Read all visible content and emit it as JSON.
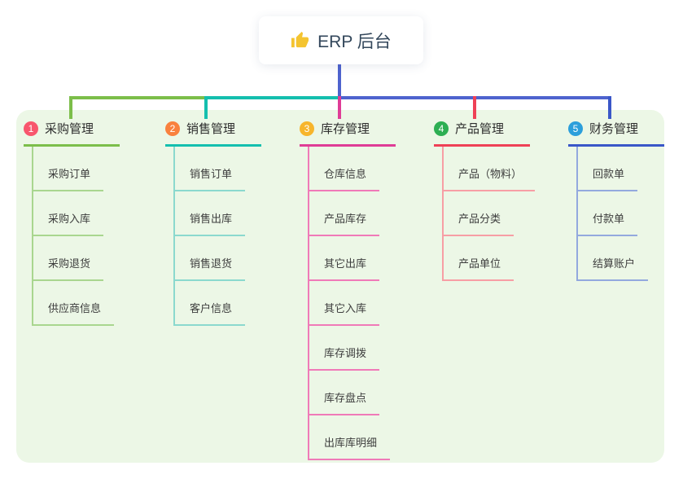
{
  "root": {
    "label": "ERP 后台",
    "icon": "thumbs-up-icon"
  },
  "branches": [
    {
      "index": "1",
      "label": "采购管理",
      "color": "#7cbe4a",
      "light_color": "#a9d68f",
      "badge_color": "#f8566d",
      "children": [
        "采购订单",
        "采购入库",
        "采购退货",
        "供应商信息"
      ]
    },
    {
      "index": "2",
      "label": "销售管理",
      "color": "#14bfae",
      "light_color": "#8bd9ce",
      "badge_color": "#f9813e",
      "children": [
        "销售订单",
        "销售出库",
        "销售退货",
        "客户信息"
      ]
    },
    {
      "index": "3",
      "label": "库存管理",
      "color": "#df3c96",
      "light_color": "#f07ab8",
      "badge_color": "#f7b52c",
      "children": [
        "仓库信息",
        "产品库存",
        "其它出库",
        "其它入库",
        "库存调拨",
        "库存盘点",
        "出库库明细"
      ]
    },
    {
      "index": "4",
      "label": "产品管理",
      "color": "#ef4156",
      "light_color": "#f79ea5",
      "badge_color": "#2daf53",
      "children": [
        "产品（物料）",
        "产品分类",
        "产品单位"
      ]
    },
    {
      "index": "5",
      "label": "财务管理",
      "color": "#3a57c8",
      "light_color": "#93a9de",
      "badge_color": "#2c9fdb",
      "children": [
        "回款单",
        "付款单",
        "结算账户"
      ]
    }
  ],
  "trunk": {
    "root_line_color": "#4e63ce",
    "canvas_color": "#ecf7e6"
  }
}
